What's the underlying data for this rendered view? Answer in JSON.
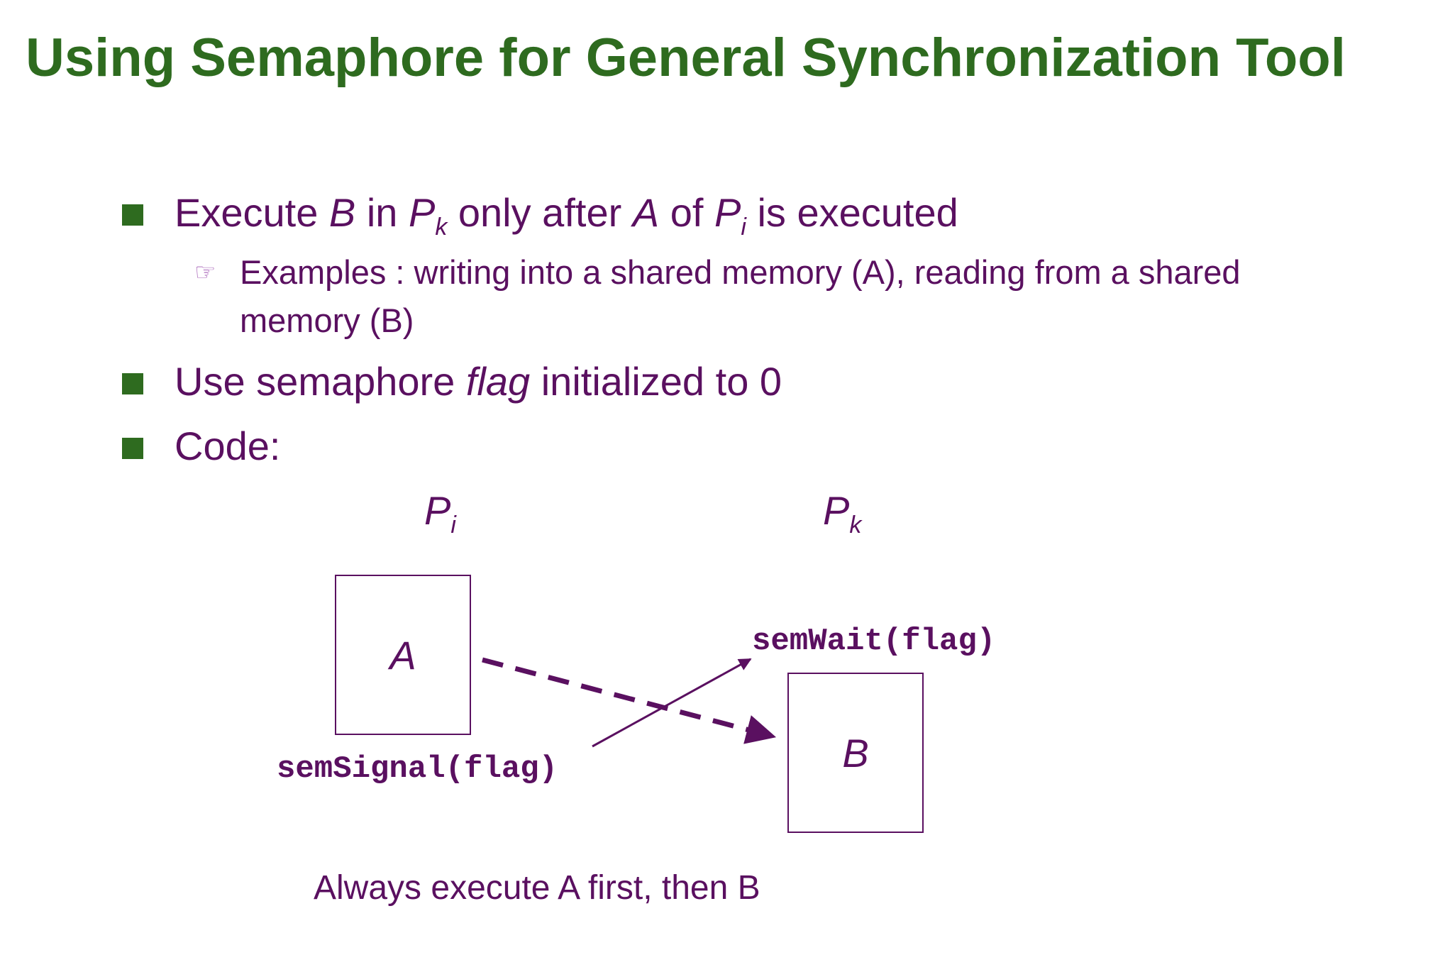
{
  "slide": {
    "title": "Using Semaphore for General Synchronization Tool"
  },
  "bullets": [
    {
      "t1": "Execute ",
      "B": "B",
      "t2": " in ",
      "P": "P",
      "k": "k",
      "t3": " only after ",
      "A": "A",
      "t4": " of ",
      "P2": "P",
      "i": "i",
      "t5": " is executed"
    },
    {
      "t1": "Use semaphore ",
      "flag": "flag",
      "t2": " initialized to 0"
    },
    {
      "text": "Code:"
    }
  ],
  "subbullet": {
    "line1": "Examples : writing into a shared memory (A), reading from a shared",
    "line2": "memory (B)"
  },
  "diagram": {
    "pi_P": "P",
    "pi_sub": "i",
    "pk_P": "P",
    "pk_sub": "k",
    "box_a": "A",
    "box_b": "B",
    "signal": "semSignal(flag)",
    "wait": "semWait(flag)",
    "caption": "Always execute A first, then B"
  },
  "colors": {
    "title": "#2e6b1f",
    "text": "#5a1060",
    "bullet": "#2e6b1f",
    "subbullet_icon": "#a65fb7"
  },
  "icons": {
    "bullet": "square-bullet-icon",
    "subbullet": "pointing-hand-icon"
  }
}
